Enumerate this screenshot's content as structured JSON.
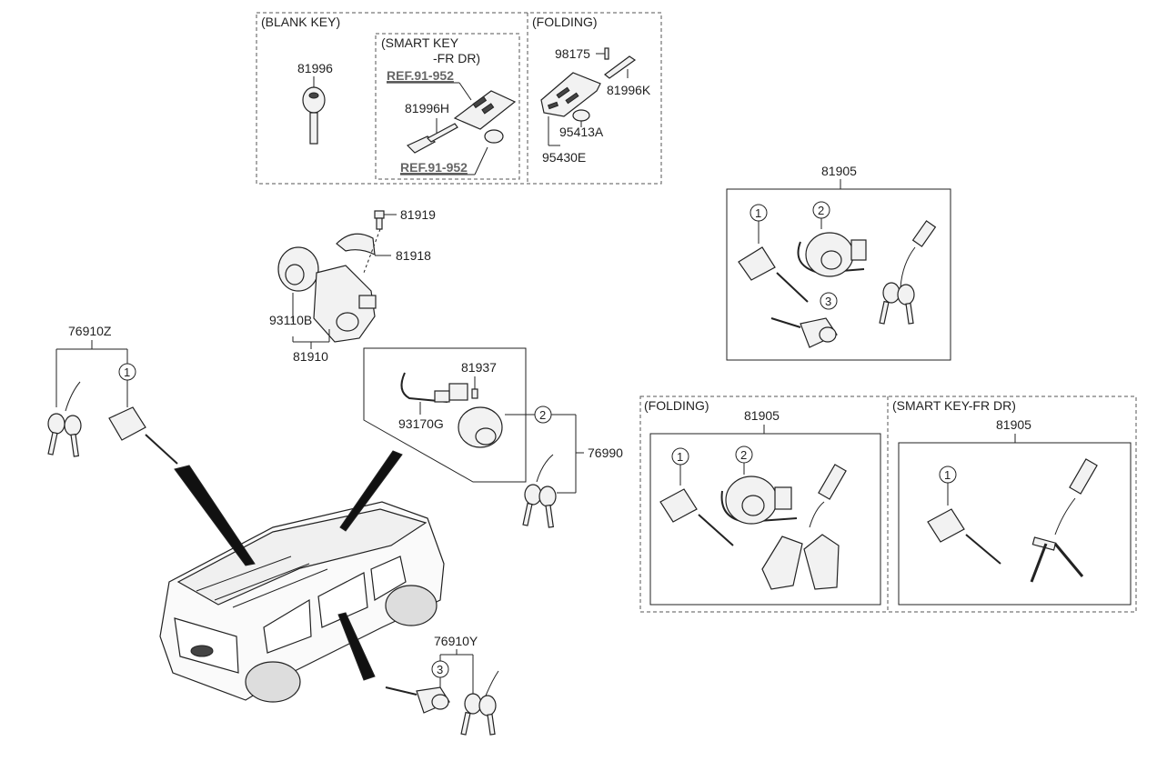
{
  "groups": {
    "blank_key": "(BLANK KEY)",
    "smart_key_line1": "(SMART KEY",
    "smart_key_line2": "-FR DR)",
    "folding_top": "(FOLDING)",
    "folding_bottom": "(FOLDING)",
    "smart_key_bottom": "(SMART KEY-FR DR)"
  },
  "refs": {
    "ref_top": "REF.91-952",
    "ref_bottom": "REF.91-952"
  },
  "parts": {
    "p81996": "81996",
    "p81996H": "81996H",
    "p98175": "98175",
    "p81996K": "81996K",
    "p95413A": "95413A",
    "p95430E": "95430E",
    "p81919": "81919",
    "p81918": "81918",
    "p93110B": "93110B",
    "p81910": "81910",
    "p76910Z": "76910Z",
    "p81937": "81937",
    "p93170G": "93170G",
    "p76990": "76990",
    "p76910Y": "76910Y",
    "p81905_a": "81905",
    "p81905_b": "81905",
    "p81905_c": "81905"
  },
  "callouts": {
    "c1": "1",
    "c2": "2",
    "c3": "3"
  }
}
